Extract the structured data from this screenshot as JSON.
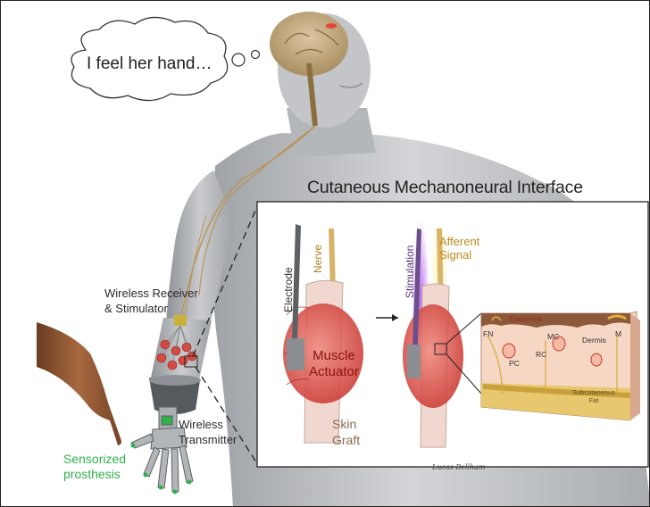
{
  "thought_bubble": {
    "text": "I feel her hand…"
  },
  "interface": {
    "title": "Cutaneous Mechanoneural Interface"
  },
  "arm_labels": {
    "receiver_line1": "Wireless Receiver",
    "receiver_line2": "& Stimulator",
    "transmitter_line1": "Wireless",
    "transmitter_line2": "Transmitter",
    "prosthesis_line1": "Sensorized",
    "prosthesis_line2": "prosthesis"
  },
  "inset_labels": {
    "electrode": "Electrode",
    "nerve": "Nerve",
    "muscle_line1": "Muscle",
    "muscle_line2": "Actuator",
    "skin_line1": "Skin",
    "skin_line2": "Graft",
    "stimulation": "Stimulation",
    "afferent_line1": "Afferent",
    "afferent_line2": "Signal"
  },
  "skin_labels": {
    "epidermis": "Epidermis",
    "fn": "FN",
    "mc": "MC",
    "dermis": "Dermis",
    "m": "M",
    "pc": "PC",
    "rc": "RC",
    "subcutaneous_line1": "Subcutaneous",
    "subcutaneous_line2": "Fat"
  },
  "signature": "Lucas Bellham",
  "colors": {
    "body": "#b9bbbe",
    "brain": "#c9b08a",
    "nerve": "#d8b46a",
    "muscle": "#d9483f",
    "prosthesis_green": "#2fb04a",
    "stimulation_glow": "#a64dd8"
  }
}
